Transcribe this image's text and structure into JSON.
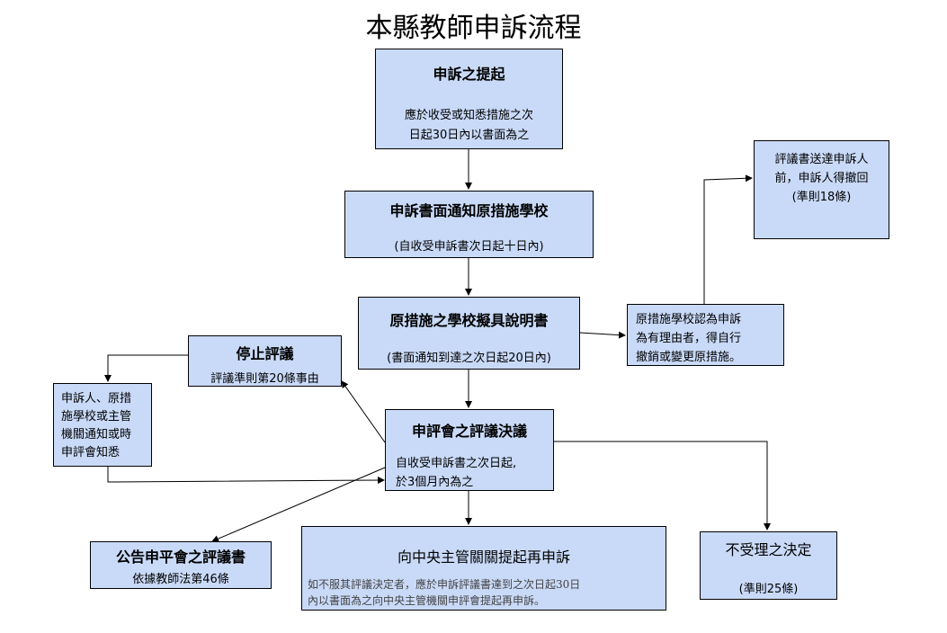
{
  "title": "本縣教師申訴流程",
  "nodes": {
    "filing": {
      "heading": "申訴之提起",
      "body1": "應於收受或知悉措施之次",
      "body2": "日起30日內以書面為之"
    },
    "notify": {
      "heading": "申訴書面通知原措施學校",
      "body": "(自收受申訴書次日起十日內)"
    },
    "explain": {
      "heading": "原措施之學校擬具說明書",
      "body": "(書面通知到達之次日起20日內)"
    },
    "school_revoke": {
      "line1": "原措施學校認為申訴",
      "line2": "為有理由者，得自行",
      "line3": "撤銷或變更原措施。"
    },
    "withdraw": {
      "line1": "評議書送達申訴人",
      "line2": "前，申訴人得撤回",
      "line3": "(準則18條)"
    },
    "stop": {
      "heading": "停止評議",
      "body": "評議準則第20條事由"
    },
    "notify_party": {
      "line1": "申訴人、原措",
      "line2": "施學校或主管",
      "line3": "機關通知或時",
      "line4": "申評會知悉"
    },
    "decision": {
      "heading": "申評會之評議決議",
      "body1": "自收受申訴書之次日起,",
      "body2": "於3個月內為之"
    },
    "publish": {
      "heading": "公告申平會之評議書",
      "body": "依據教師法第46條"
    },
    "appeal": {
      "heading": "向中央主管關關提起再申訴",
      "note1": "如不服其評議決定者，應於申訴評議書達到之次日起30日",
      "note2": "內以書面為之向中央主管機關申評會提起再申訴。"
    },
    "reject": {
      "heading": "不受理之決定",
      "body": "(準則25條)"
    }
  }
}
